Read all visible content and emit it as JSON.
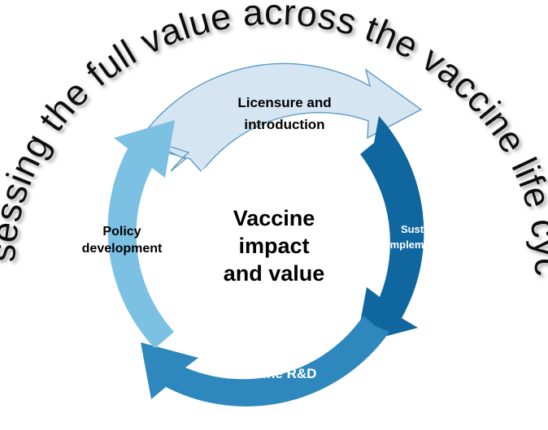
{
  "title": {
    "text": "Assessing the full value across the vaccine life cycle",
    "style": "curved-arc-with-shadow",
    "color": "#111111"
  },
  "center": {
    "line1": "Vaccine",
    "line2": "impact",
    "line3": "and value",
    "background": "#ffffff",
    "text_color": "#000000"
  },
  "colors": {
    "licensure": "#d5e5f2",
    "sustained": "#10679f",
    "rnd": "#2e87bd",
    "policy": "#7cc0e4",
    "gap": "#ffffff",
    "outline": "#5b9bc6"
  },
  "segments": [
    {
      "id": "licensure",
      "line1": "Licensure and",
      "line2": "introduction",
      "fill": "#d5e5f2",
      "text_color": "#000000",
      "position": "top"
    },
    {
      "id": "sustained",
      "line1": "Sustained",
      "line2": "implementation",
      "fill": "#10679f",
      "text_color": "#ffffff",
      "position": "right"
    },
    {
      "id": "rnd",
      "line1": "Vaccine R&D",
      "line2": "",
      "fill": "#2e87bd",
      "text_color": "#ffffff",
      "position": "bottom"
    },
    {
      "id": "policy",
      "line1": "Policy",
      "line2": "development",
      "fill": "#7cc0e4",
      "text_color": "#000000",
      "position": "left"
    }
  ],
  "chart_data": {
    "type": "cycle-diagram",
    "title": "Assessing the full value across the vaccine life cycle",
    "center_label": "Vaccine impact and value",
    "direction": "counterclockwise",
    "stages": [
      "Licensure and introduction",
      "Sustained implementation",
      "Vaccine R&D",
      "Policy development"
    ]
  }
}
